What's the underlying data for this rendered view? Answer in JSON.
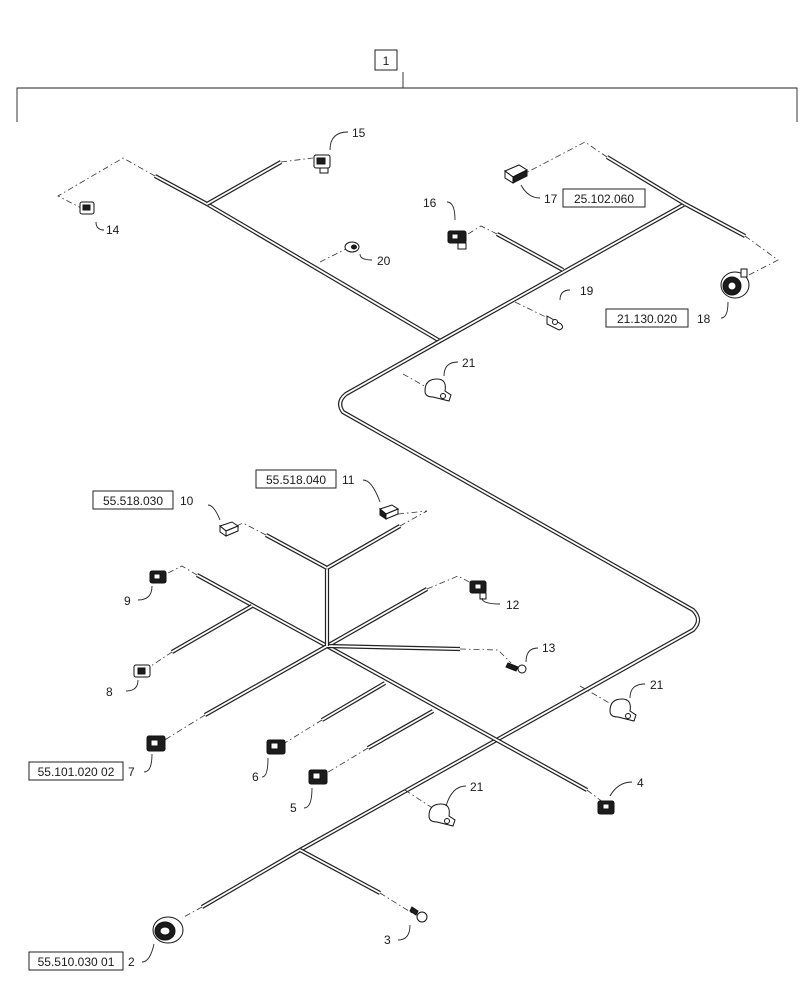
{
  "assembly": {
    "item": "1"
  },
  "callouts": [
    {
      "id": "c14",
      "item": "14",
      "ref": ""
    },
    {
      "id": "c15",
      "item": "15",
      "ref": ""
    },
    {
      "id": "c16",
      "item": "16",
      "ref": ""
    },
    {
      "id": "c17",
      "item": "17",
      "ref": "25.102.060"
    },
    {
      "id": "c18",
      "item": "18",
      "ref": "21.130.020"
    },
    {
      "id": "c19",
      "item": "19",
      "ref": ""
    },
    {
      "id": "c20",
      "item": "20",
      "ref": ""
    },
    {
      "id": "c21a",
      "item": "21",
      "ref": ""
    },
    {
      "id": "c10",
      "item": "10",
      "ref": "55.518.030"
    },
    {
      "id": "c11",
      "item": "11",
      "ref": "55.518.040"
    },
    {
      "id": "c9",
      "item": "9",
      "ref": ""
    },
    {
      "id": "c12",
      "item": "12",
      "ref": ""
    },
    {
      "id": "c13",
      "item": "13",
      "ref": ""
    },
    {
      "id": "c8",
      "item": "8",
      "ref": ""
    },
    {
      "id": "c21b",
      "item": "21",
      "ref": ""
    },
    {
      "id": "c7",
      "item": "7",
      "ref": "55.101.020 02"
    },
    {
      "id": "c6",
      "item": "6",
      "ref": ""
    },
    {
      "id": "c5",
      "item": "5",
      "ref": ""
    },
    {
      "id": "c4",
      "item": "4",
      "ref": ""
    },
    {
      "id": "c21c",
      "item": "21",
      "ref": ""
    },
    {
      "id": "c3",
      "item": "3",
      "ref": ""
    },
    {
      "id": "c2",
      "item": "2",
      "ref": "55.510.030 01"
    }
  ]
}
